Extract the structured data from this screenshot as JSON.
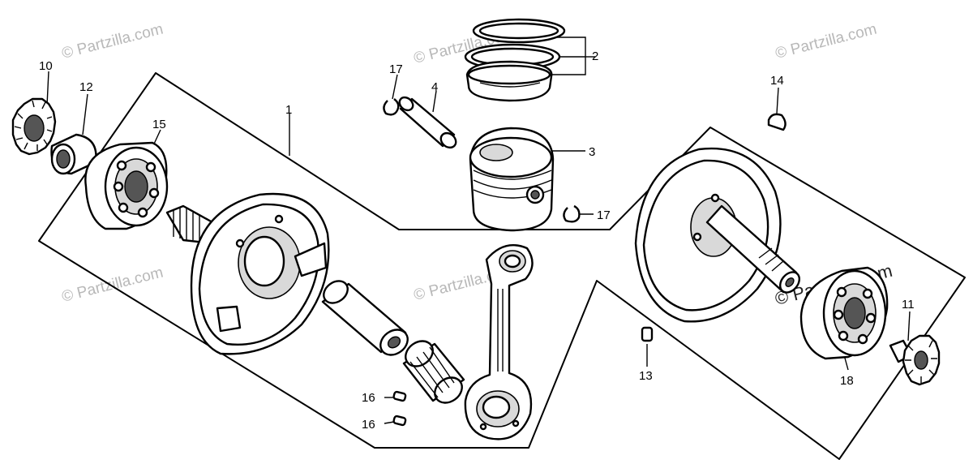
{
  "watermark": {
    "text": "© Partzilla.com"
  },
  "callouts": {
    "c1": "1",
    "c2": "2",
    "c3": "3",
    "c4": "4",
    "c10": "10",
    "c11": "11",
    "c12": "12",
    "c13": "13",
    "c14": "14",
    "c15": "15",
    "c16a": "16",
    "c16b": "16",
    "c17a": "17",
    "c17b": "17",
    "c18": "18"
  }
}
